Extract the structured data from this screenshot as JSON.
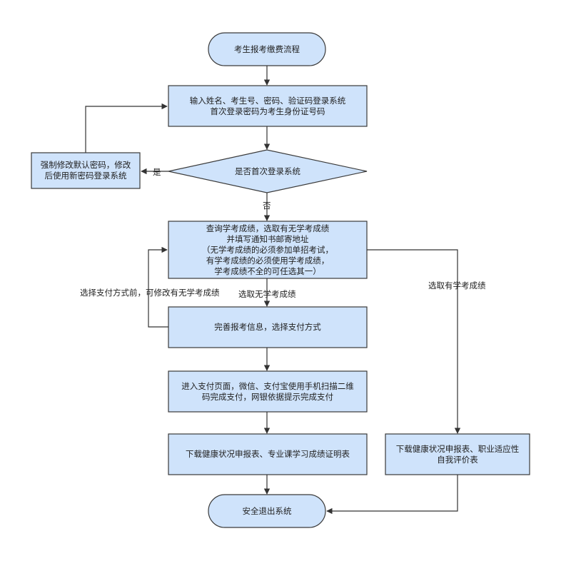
{
  "colors": {
    "fill": "#cfe3fb",
    "stroke": "#3a3a3a",
    "line": "#333333"
  },
  "nodes": {
    "start": "考生报考缴费流程",
    "login": "输入姓名、考生号、密码、验证码登录系统\n首次登录密码为考生身份证号码",
    "decision": "是否首次登录系统",
    "force_change": "强制修改默认密码，修改\n后使用新密码登录系统",
    "query": "查询学考成绩，选取有无学考成绩\n并填写通知书邮寄地址\n（无学考成绩的必须参加单招考试，\n有学考成绩的必须使用学考成绩，\n学考成绩不全的可任选其一）",
    "complete": "完善报考信息，选择支付方式",
    "pay": "进入支付页面，微信、支付宝使用手机扫描二维\n码完成支付，网银依据提示完成支付",
    "download_left": "下载健康状况申报表、专业课学习成绩证明表",
    "download_right": "下载健康状况申报表、职业适应性\n自我评价表",
    "end": "安全退出系统"
  },
  "edge_labels": {
    "yes": "是",
    "no": "否",
    "loop_back": "选择支付方式前，可修改有无学考成绩",
    "choose_without": "选取无学考成绩",
    "choose_with": "选取有学考成绩"
  }
}
